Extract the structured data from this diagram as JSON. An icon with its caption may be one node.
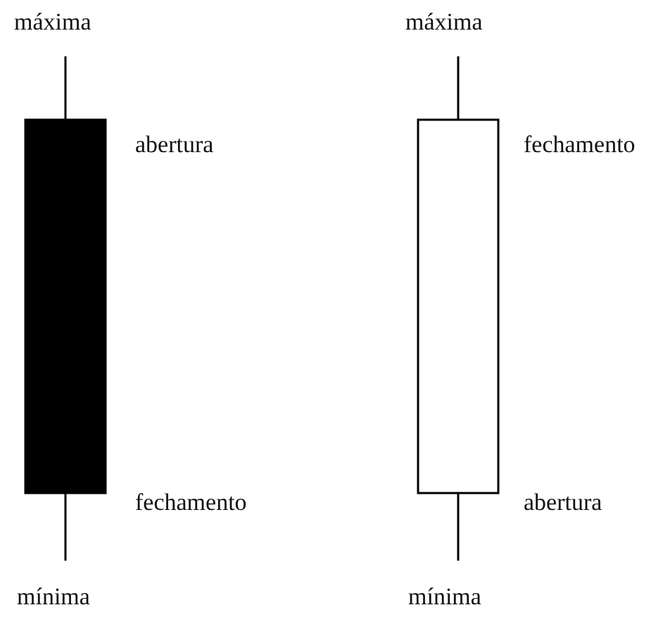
{
  "diagram": {
    "labels": [
      "máxima",
      "máxima",
      "abertura",
      "fechamento",
      "fechamento",
      "abertura",
      "mínima",
      "mínima"
    ]
  }
}
